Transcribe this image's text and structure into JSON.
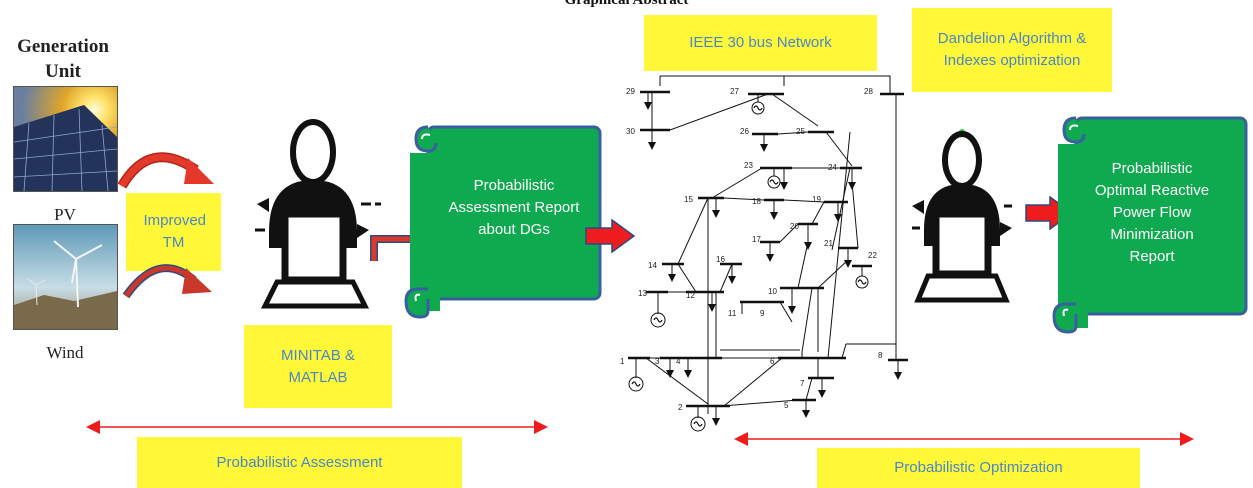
{
  "title": "Graphical Abstract",
  "generation_unit": {
    "title": "Generation Unit",
    "pv_caption": "PV",
    "wind_caption": "Wind"
  },
  "labels": {
    "improved_tm": "Improved TM",
    "minitab_matlab": "MINITAB & MATLAB",
    "ieee_network": "IEEE 30 bus Network",
    "dandelion": "Dandelion Algorithm & Indexes optimization",
    "prob_assessment": "Probabilistic Assessment",
    "prob_optimization": "Probabilistic Optimization"
  },
  "reports": {
    "assessment": "Probabilistic Assessment Report about DGs",
    "optimal": "Probabilistic Optimal Reactive Power Flow Minimization Report"
  },
  "bus_numbers": [
    "1",
    "2",
    "3",
    "4",
    "5",
    "6",
    "7",
    "8",
    "9",
    "10",
    "11",
    "12",
    "13",
    "14",
    "15",
    "16",
    "17",
    "18",
    "19",
    "20",
    "21",
    "22",
    "23",
    "24",
    "25",
    "26",
    "27",
    "28",
    "29",
    "30"
  ],
  "colors": {
    "yellow": "#fff838",
    "label_blue": "#4b86c6",
    "scroll_green": "#0fa94f",
    "scroll_border": "#3a5fa0",
    "arrow_red": "#ee1c1c"
  }
}
